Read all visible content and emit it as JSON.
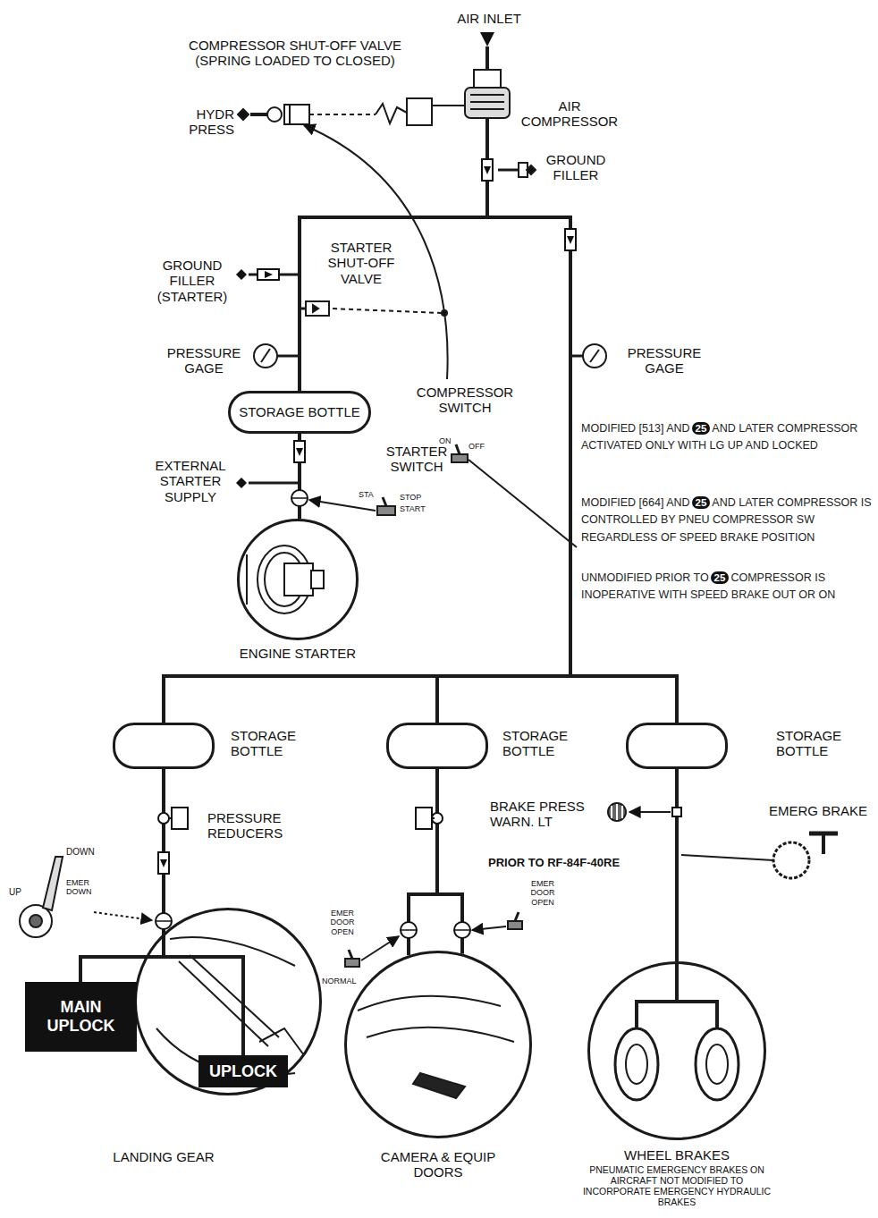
{
  "diagram": {
    "nodes": [
      {
        "text": [
          "STORAGE BOTTLE"
        ]
      },
      {
        "text": [
          "ENGINE STARTER"
        ]
      },
      {
        "text": [
          "STORAGE BOTTLE"
        ]
      },
      {
        "text": [
          "STORAGE BOTTLE"
        ]
      },
      {
        "text": [
          "STORAGE BOTTLE"
        ]
      },
      {
        "text": [
          "LANDING GEAR"
        ]
      },
      {
        "text": [
          "MAIN UPLOCK"
        ],
        "in": 5
      },
      {
        "text": [
          "UPLOCK"
        ],
        "in": 5
      },
      {
        "text": [
          "CAMERA & EQUIP DOORS"
        ]
      },
      {
        "text": [
          "WHEEL BRAKES",
          "PNEUMATIC EMERGENCY BRAKES ON AIRCRAFT NOT MODIFIED TO INCORPORATE EMERGENCY HYDRAULIC BRAKES"
        ]
      }
    ],
    "edges": [
      {
        "from": 0,
        "to": 1,
        "arrow": "none"
      },
      {
        "from": 0,
        "to": 2,
        "arrow": "none"
      },
      {
        "from": 0,
        "to": 3,
        "arrow": "none"
      },
      {
        "from": 0,
        "to": 4,
        "arrow": "none"
      },
      {
        "from": 2,
        "to": 6,
        "arrow": "none"
      },
      {
        "from": 2,
        "to": 7,
        "arrow": "none"
      },
      {
        "from": 3,
        "to": 8,
        "arrow": "none"
      },
      {
        "from": 4,
        "to": 9,
        "arrow": "none"
      }
    ],
    "labels": [
      "AIR INLET",
      "COMPRESSOR SHUT-OFF VALVE (SPRING LOADED TO CLOSED)",
      "HYDR PRESS",
      "AIR COMPRESSOR",
      "GROUND FILLER",
      "STARTER SHUT-OFF VALVE",
      "GROUND FILLER (STARTER)",
      "PRESSURE GAGE",
      "COMPRESSOR SWITCH",
      "PRESSURE GAGE",
      "MODIFIED [513] AND",
      "25",
      "AND LATER COMPRESSOR ACTIVATED ONLY WITH LG UP AND LOCKED",
      "MODIFIED [664] AND",
      "25",
      "AND LATER COMPRESSOR IS CONTROLLED BY PNEU COMPRESSOR SW REGARDLESS OF SPEED BRAKE POSITION",
      "UNMODIFIED PRIOR TO",
      "25",
      "COMPRESSOR IS INOPERATIVE WITH SPEED BRAKE OUT OR ON",
      "EXTERNAL STARTER SUPPLY",
      "STARTER SWITCH",
      "STA",
      "STOP",
      "START",
      "ON",
      "OFF",
      "PRESSURE REDUCERS",
      "BRAKE PRESS WARN. LT",
      "PRIOR TO RF-84F-40RE",
      "EMERG BRAKE",
      "DOWN",
      "UP",
      "EMER DOWN",
      "EMER DOOR OPEN",
      "NORMAL",
      "EMER DOOR OPEN"
    ]
  }
}
